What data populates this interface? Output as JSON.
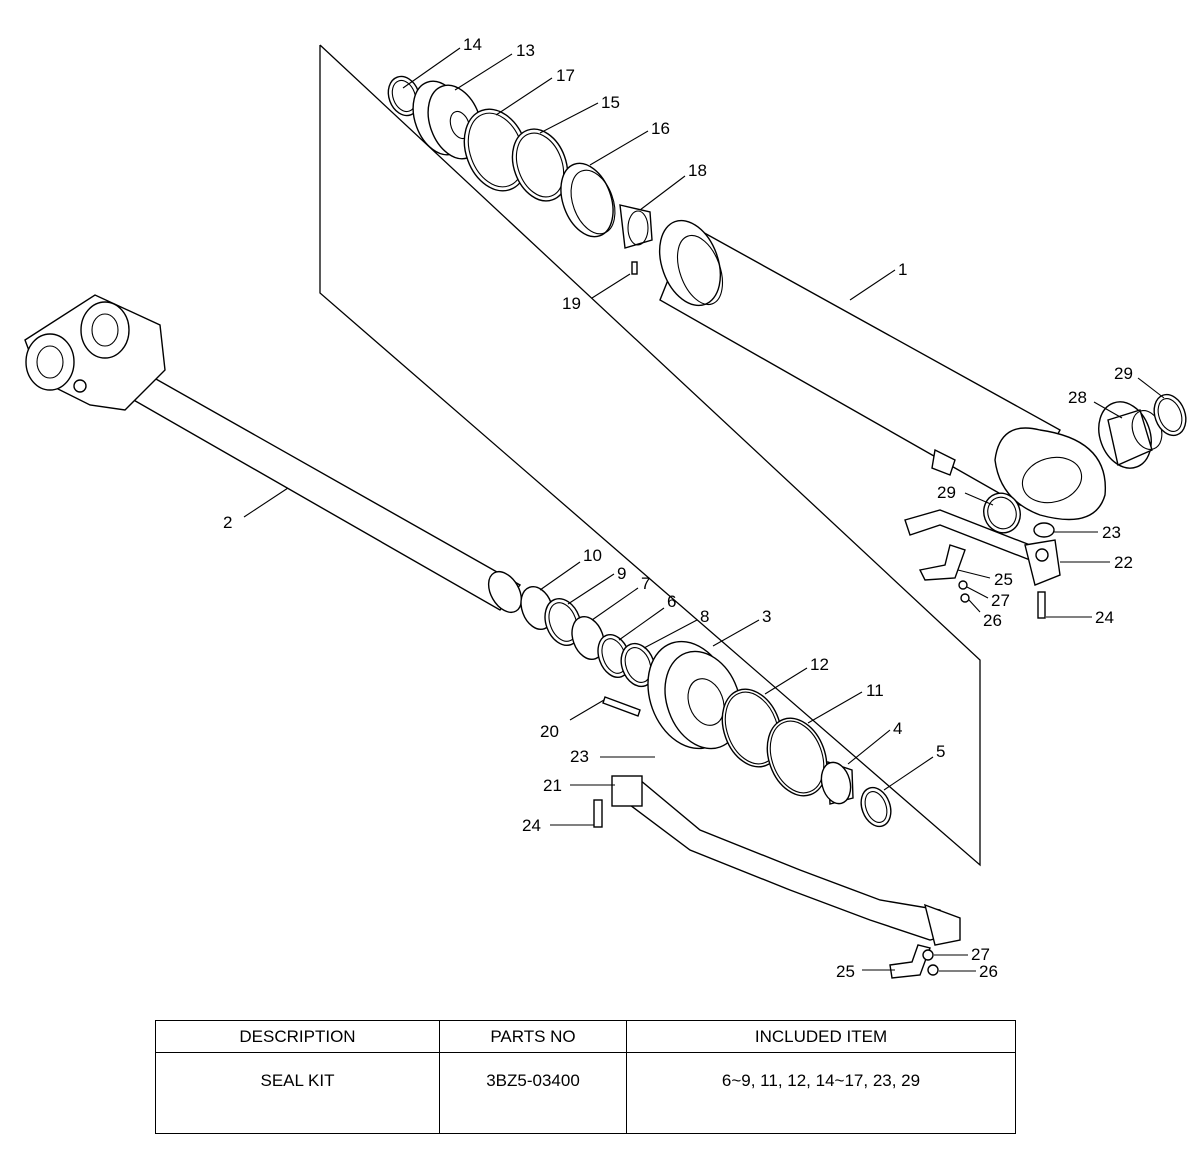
{
  "callouts": [
    {
      "id": "14",
      "label": "14"
    },
    {
      "id": "13",
      "label": "13"
    },
    {
      "id": "17",
      "label": "17"
    },
    {
      "id": "15",
      "label": "15"
    },
    {
      "id": "16",
      "label": "16"
    },
    {
      "id": "18",
      "label": "18"
    },
    {
      "id": "19",
      "label": "19"
    },
    {
      "id": "1",
      "label": "1"
    },
    {
      "id": "29a",
      "label": "29"
    },
    {
      "id": "28",
      "label": "28"
    },
    {
      "id": "29b",
      "label": "29"
    },
    {
      "id": "23a",
      "label": "23"
    },
    {
      "id": "22",
      "label": "22"
    },
    {
      "id": "25a",
      "label": "25"
    },
    {
      "id": "27a",
      "label": "27"
    },
    {
      "id": "26a",
      "label": "26"
    },
    {
      "id": "24a",
      "label": "24"
    },
    {
      "id": "2",
      "label": "2"
    },
    {
      "id": "10",
      "label": "10"
    },
    {
      "id": "9",
      "label": "9"
    },
    {
      "id": "7",
      "label": "7"
    },
    {
      "id": "6",
      "label": "6"
    },
    {
      "id": "8",
      "label": "8"
    },
    {
      "id": "3",
      "label": "3"
    },
    {
      "id": "12",
      "label": "12"
    },
    {
      "id": "11",
      "label": "11"
    },
    {
      "id": "4",
      "label": "4"
    },
    {
      "id": "5",
      "label": "5"
    },
    {
      "id": "20",
      "label": "20"
    },
    {
      "id": "23b",
      "label": "23"
    },
    {
      "id": "21",
      "label": "21"
    },
    {
      "id": "24b",
      "label": "24"
    },
    {
      "id": "27b",
      "label": "27"
    },
    {
      "id": "25b",
      "label": "25"
    },
    {
      "id": "26b",
      "label": "26"
    }
  ],
  "table": {
    "headers": [
      "DESCRIPTION",
      "PARTS NO",
      "INCLUDED ITEM"
    ],
    "rows": [
      [
        "SEAL KIT",
        "3BZ5-03400",
        "6~9, 11, 12, 14~17,  23,  29"
      ]
    ]
  }
}
